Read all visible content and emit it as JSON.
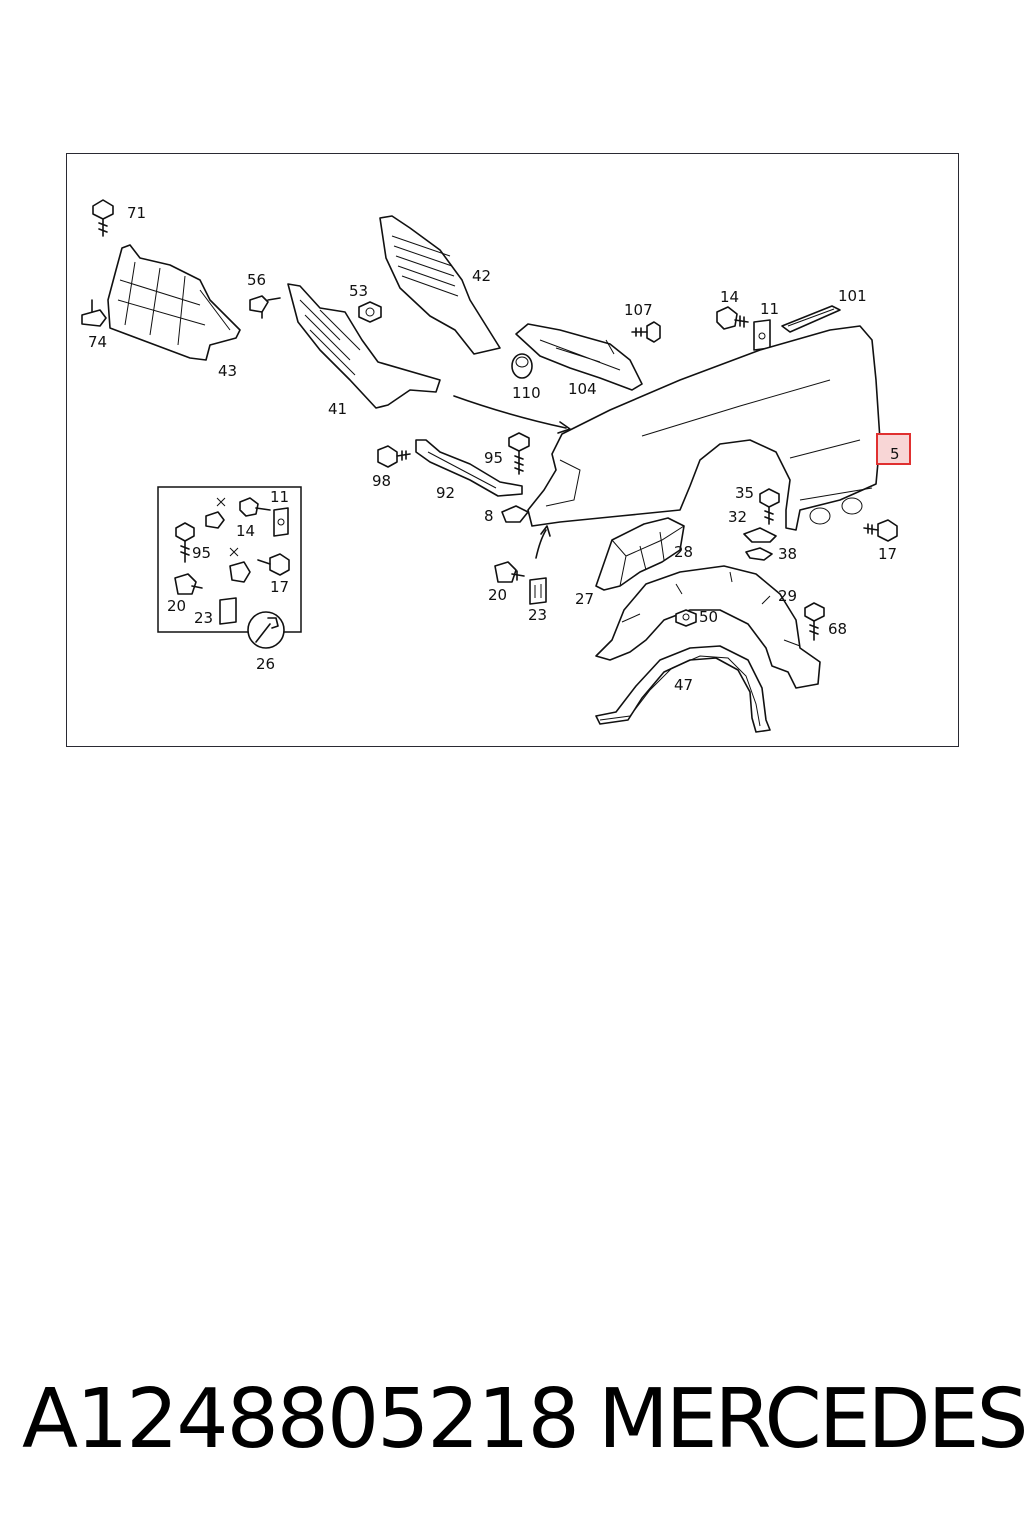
{
  "caption": {
    "part_number": "A1248805218",
    "brand": "MERCEDES"
  },
  "diagram": {
    "highlight_color": "#e03030",
    "highlighted_label": "5",
    "labels": [
      "71",
      "74",
      "43",
      "56",
      "53",
      "41",
      "42",
      "107",
      "110",
      "104",
      "14",
      "11",
      "101",
      "98",
      "95",
      "92",
      "8",
      "35",
      "32",
      "38",
      "17",
      "20",
      "23",
      "28",
      "27",
      "29",
      "50",
      "68",
      "47",
      "26"
    ],
    "inset_labels": [
      "11",
      "14",
      "95",
      "17",
      "20",
      "23",
      "26"
    ]
  }
}
